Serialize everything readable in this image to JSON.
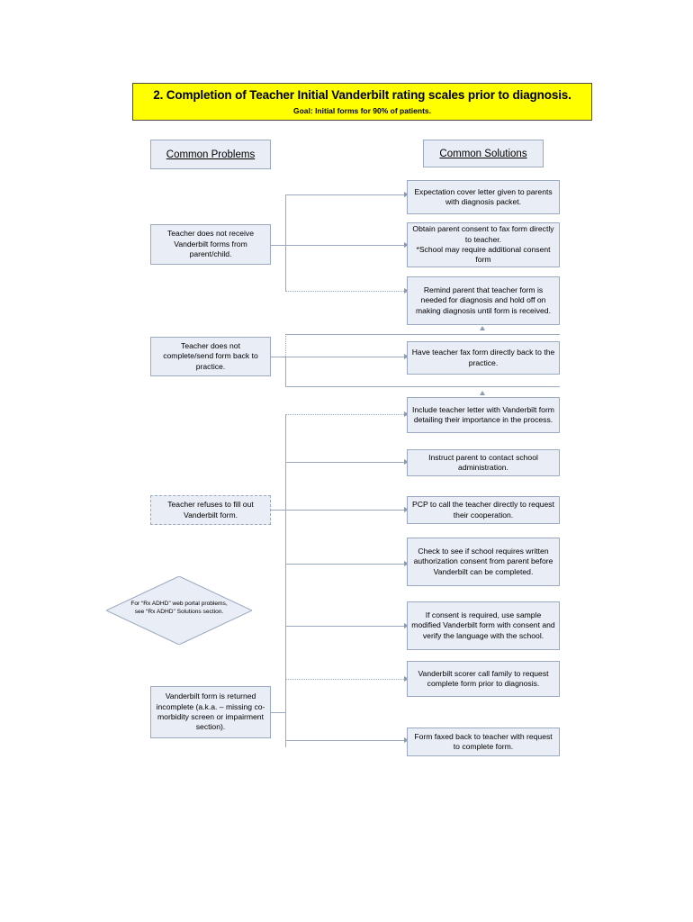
{
  "banner": {
    "title": "2.  Completion of Teacher Initial Vanderbilt rating scales prior to diagnosis.",
    "subtitle": "Goal: Initial forms for 90% of patients.",
    "background_color": "#FFFF00"
  },
  "columns": {
    "problems_heading": "Common Problems",
    "solutions_heading": "Common Solutions"
  },
  "palette": {
    "box_fill": "#e9edf5",
    "box_border": "#9aa8c0",
    "connector": "#9aa8c0",
    "arrow": "#8c9ab4",
    "banner": "#FFFF00"
  },
  "problems": [
    {
      "id": "p1",
      "text": "Teacher does not receive Vanderbilt forms from parent/child."
    },
    {
      "id": "p2",
      "text": "Teacher does not complete/send form back to practice."
    },
    {
      "id": "p3",
      "text": "Teacher refuses to fill out Vanderbilt form."
    },
    {
      "id": "p4",
      "text": "Vanderbilt form is returned incomplete (a.k.a. – missing co-morbidity screen or impairment section)."
    }
  ],
  "note_diamond": {
    "line1": "For “Rx ADHD” web portal problems,",
    "line2": "see “Rx ADHD” Solutions section."
  },
  "solutions": [
    {
      "id": "s1",
      "text": "Expectation cover letter given to parents with diagnosis packet."
    },
    {
      "id": "s2",
      "line1": "Obtain parent consent to fax form directly to teacher.",
      "line2": "*School may require additional consent form"
    },
    {
      "id": "s3",
      "text": "Remind parent that teacher form is needed for diagnosis and hold off on making diagnosis until form is received."
    },
    {
      "id": "s4",
      "text": "Have teacher fax form directly back to the practice."
    },
    {
      "id": "s5",
      "text": "Include teacher letter with Vanderbilt form detailing their importance in the process."
    },
    {
      "id": "s6",
      "text": "Instruct parent to contact school administration."
    },
    {
      "id": "s7",
      "text": "PCP to call the teacher directly to request their cooperation."
    },
    {
      "id": "s8",
      "text": "Check to see if school requires written authorization consent from parent before Vanderbilt can be completed."
    },
    {
      "id": "s9",
      "text": "If consent is required, use sample modified Vanderbilt form with consent and verify the language with the school."
    },
    {
      "id": "s10",
      "text": "Vanderbilt scorer call family to request complete form prior to diagnosis."
    },
    {
      "id": "s11",
      "text": "Form faxed back to teacher with request to complete form."
    }
  ]
}
